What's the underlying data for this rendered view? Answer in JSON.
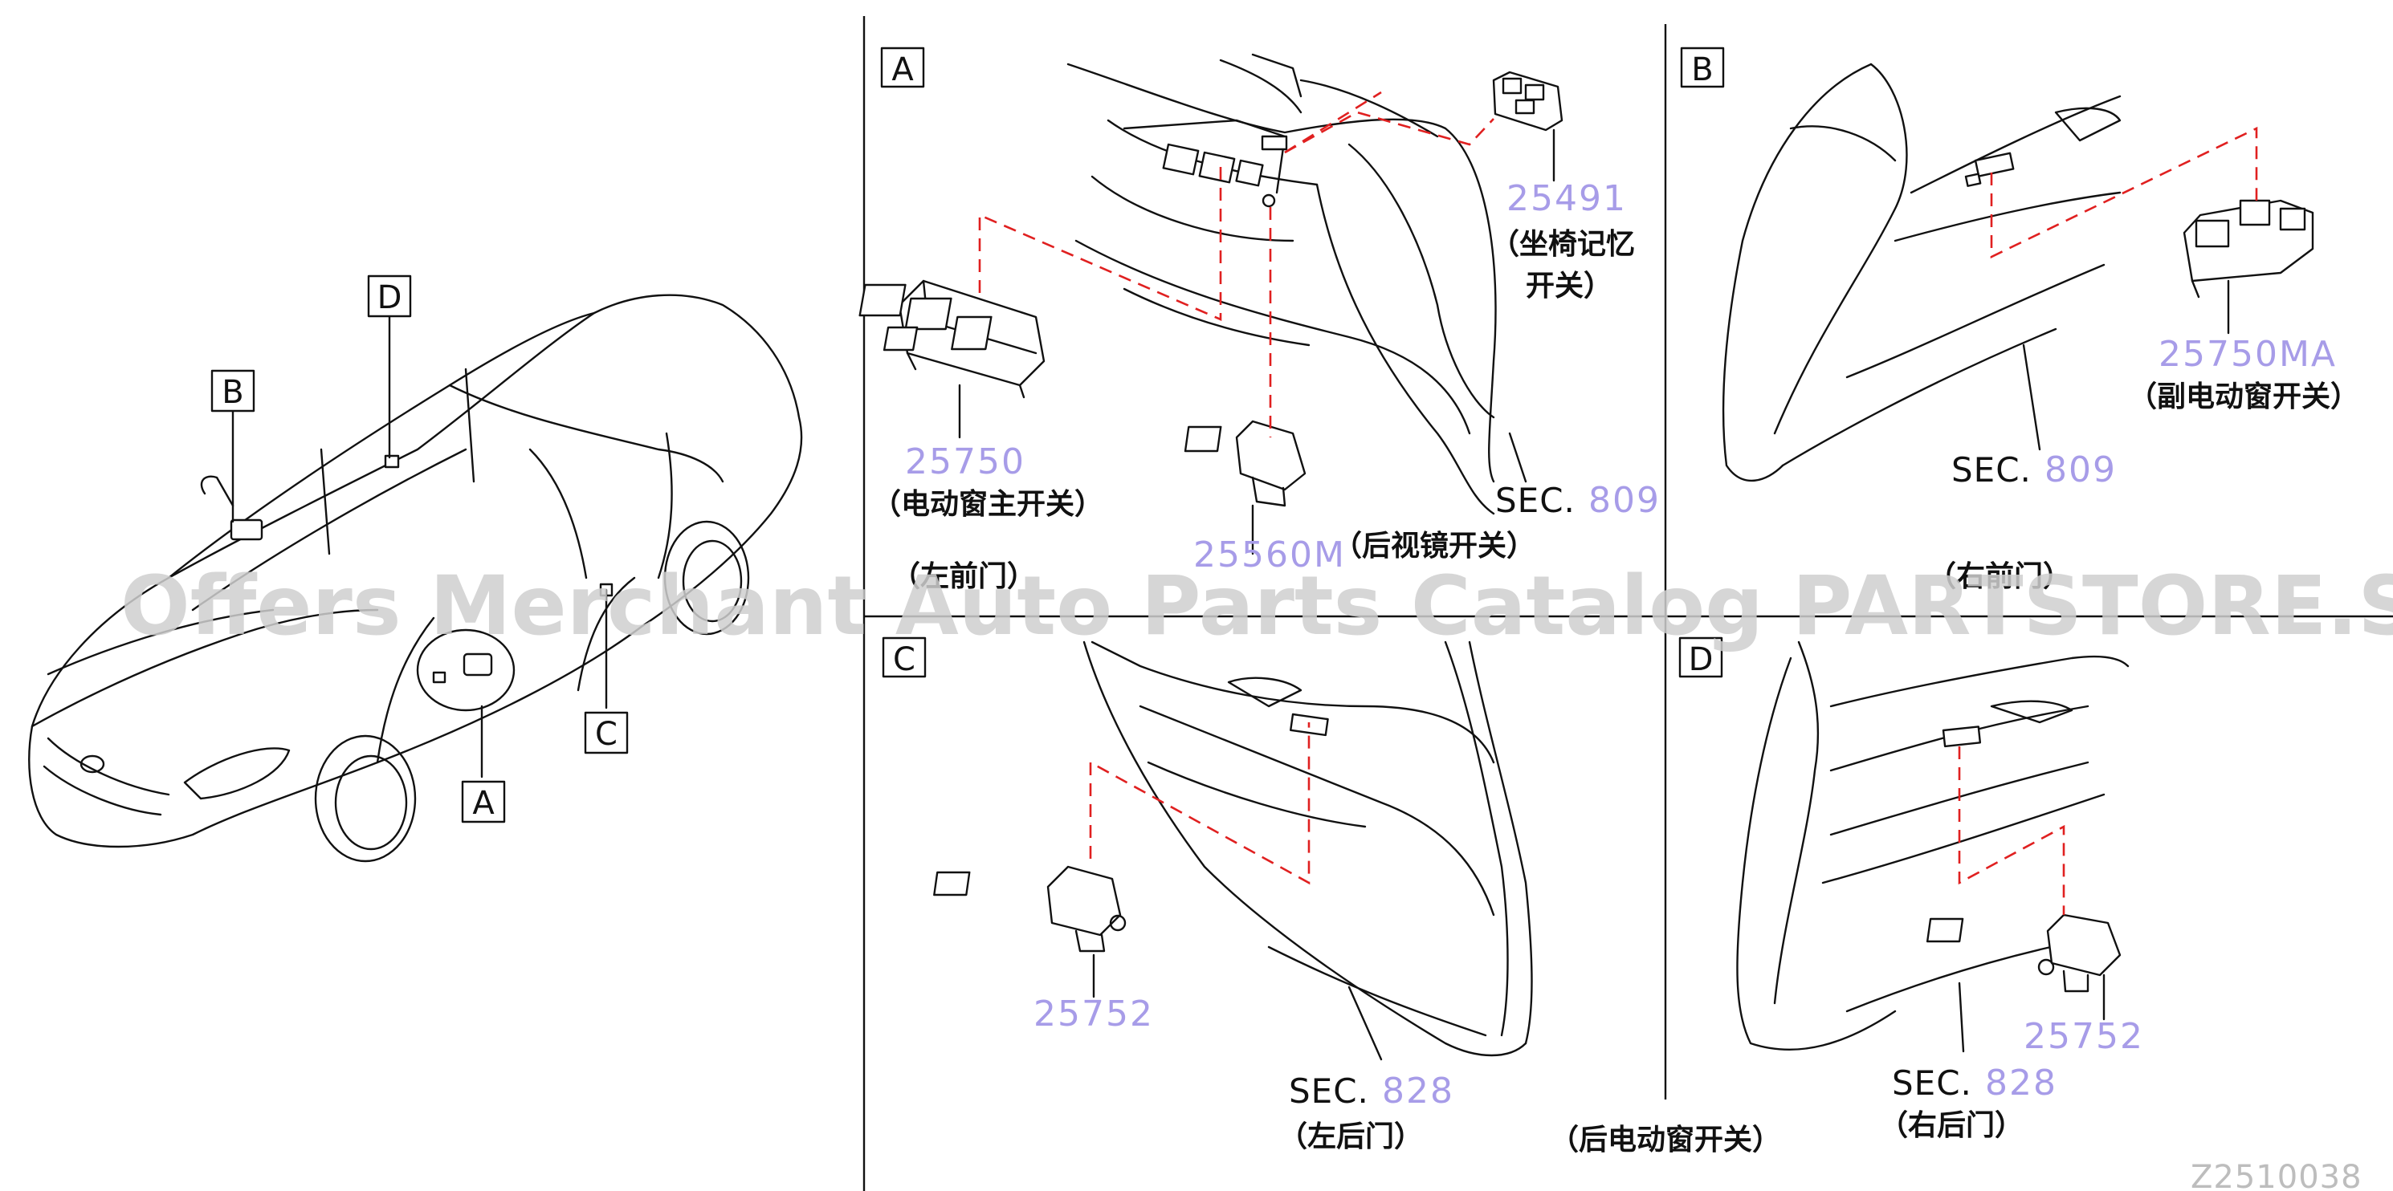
{
  "views": {
    "a": {
      "label": "A",
      "title": "（左前门）",
      "sec_prefix": "SEC.",
      "sec_num": "809",
      "parts": [
        {
          "number": "25750",
          "name": "（电动窗主开关）"
        },
        {
          "number": "25491",
          "name_line1": "（坐椅记忆",
          "name_line2": "开关）"
        },
        {
          "number": "25560M",
          "name": "（后视镜开关）"
        }
      ]
    },
    "b": {
      "label": "B",
      "title": "（右前门）",
      "sec_prefix": "SEC.",
      "sec_num": "809",
      "parts": [
        {
          "number": "25750MA",
          "name": "（副电动窗开关）"
        }
      ]
    },
    "c": {
      "label": "C",
      "title": "（左后门）",
      "sec_prefix": "SEC.",
      "sec_num": "828",
      "parts": [
        {
          "number": "25752"
        }
      ]
    },
    "d": {
      "label": "D",
      "title": "（右后门）",
      "sec_prefix": "SEC.",
      "sec_num": "828",
      "parts": [
        {
          "number": "25752"
        }
      ]
    }
  },
  "shared_caption": "（后电动窗开关）",
  "car_callouts": [
    "A",
    "B",
    "C",
    "D"
  ],
  "watermark": "Offers Merchant Auto Parts Catalog PARTSTORE.SA",
  "diagram_code": "Z2510038",
  "colors": {
    "part_number": "#a79ce8",
    "leader_dash": "#e02020",
    "watermark": "#cfcfcf"
  }
}
